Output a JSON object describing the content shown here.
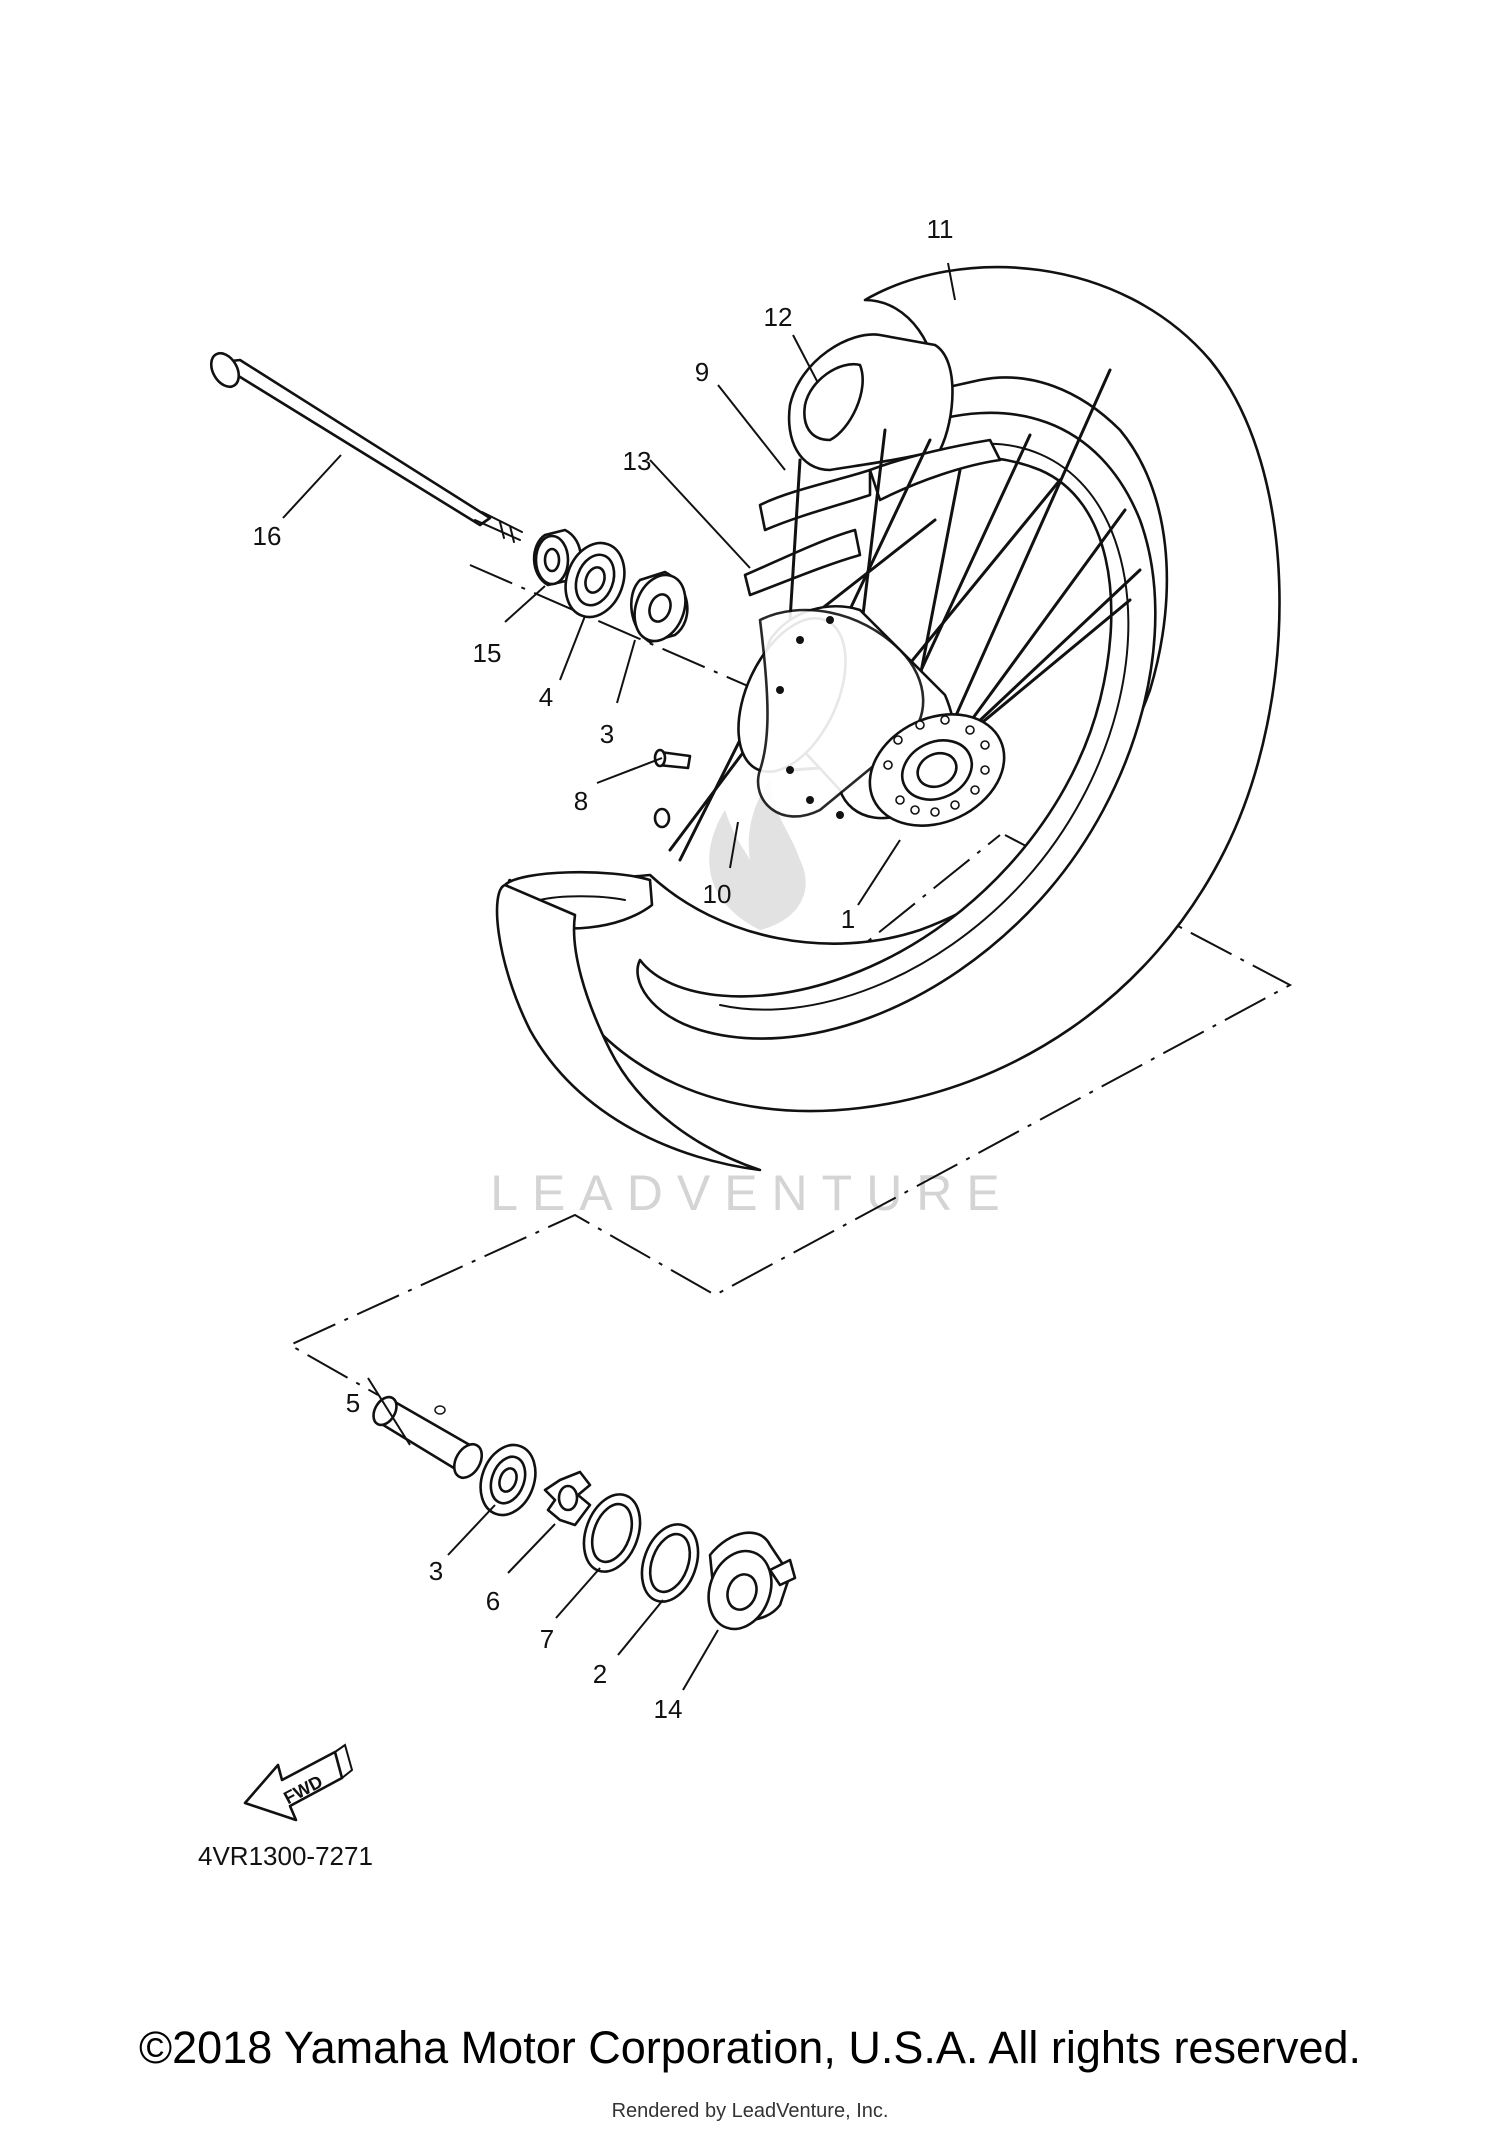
{
  "diagram": {
    "drawing_code": "4VR1300-7271",
    "fwd_label": "FWD",
    "watermark": "LEADVENTURE",
    "callouts": [
      "1",
      "2",
      "3",
      "3",
      "4",
      "5",
      "6",
      "7",
      "8",
      "9",
      "10",
      "11",
      "12",
      "13",
      "14",
      "15",
      "16"
    ]
  },
  "footer": {
    "copyright": "©2018 Yamaha Motor Corporation, U.S.A. All rights reserved.",
    "rendered_by": "Rendered by LeadVenture, Inc."
  }
}
